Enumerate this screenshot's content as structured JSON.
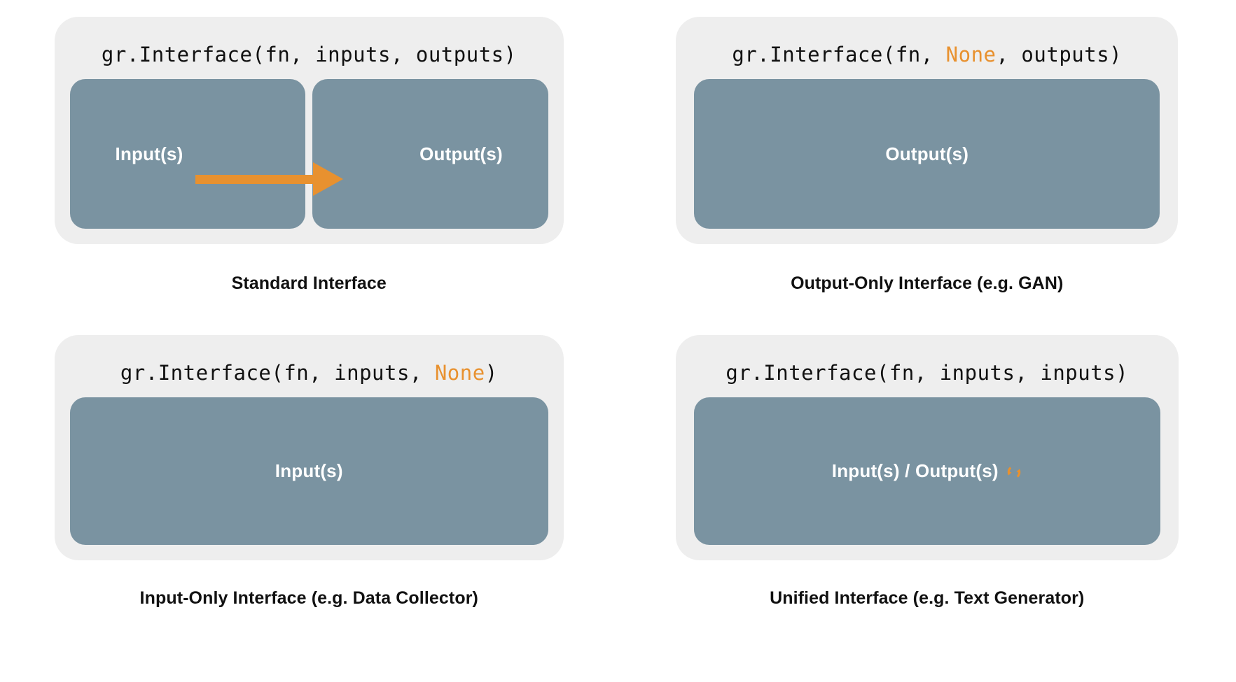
{
  "colors": {
    "page_background": "#ffffff",
    "panel_background": "#eeeeee",
    "box_fill": "#7a93a1",
    "accent_orange": "#e8912f",
    "code_text": "#111111",
    "box_label_text": "#ffffff",
    "caption_text": "#111111"
  },
  "panels": [
    {
      "id": "standard-interface",
      "code": {
        "prefix": "gr.Interface(fn, inputs, outputs)",
        "segments": [
          {
            "text": "gr.Interface(fn, inputs, outputs)",
            "highlight": false
          }
        ]
      },
      "boxes": [
        {
          "label": "Input(s)"
        },
        {
          "label": "Output(s)"
        }
      ],
      "arrow": {
        "present": true,
        "direction": "left-to-right",
        "color": "#e8912f"
      },
      "loop_icon": false,
      "caption": "Standard Interface"
    },
    {
      "id": "output-only-interface",
      "code": {
        "prefix": "gr.Interface(fn, None, outputs)",
        "segments": [
          {
            "text": "gr.Interface(fn, ",
            "highlight": false
          },
          {
            "text": "None",
            "highlight": true
          },
          {
            "text": ", outputs)",
            "highlight": false
          }
        ]
      },
      "boxes": [
        {
          "label": "Output(s)"
        }
      ],
      "arrow": {
        "present": false
      },
      "loop_icon": false,
      "caption": "Output-Only Interface (e.g. GAN)"
    },
    {
      "id": "input-only-interface",
      "code": {
        "prefix": "gr.Interface(fn, inputs, None)",
        "segments": [
          {
            "text": "gr.Interface(fn, inputs, ",
            "highlight": false
          },
          {
            "text": "None",
            "highlight": true
          },
          {
            "text": ")",
            "highlight": false
          }
        ]
      },
      "boxes": [
        {
          "label": "Input(s)"
        }
      ],
      "arrow": {
        "present": false
      },
      "loop_icon": false,
      "caption": "Input-Only Interface (e.g. Data Collector)"
    },
    {
      "id": "unified-interface",
      "code": {
        "prefix": "gr.Interface(fn, inputs, inputs)",
        "segments": [
          {
            "text": "gr.Interface(fn, inputs, inputs)",
            "highlight": false
          }
        ]
      },
      "boxes": [
        {
          "label": "Input(s) / Output(s)"
        }
      ],
      "arrow": {
        "present": false
      },
      "loop_icon": true,
      "loop_icon_name": "refresh-loop-icon",
      "caption": "Unified Interface (e.g. Text Generator)"
    }
  ]
}
